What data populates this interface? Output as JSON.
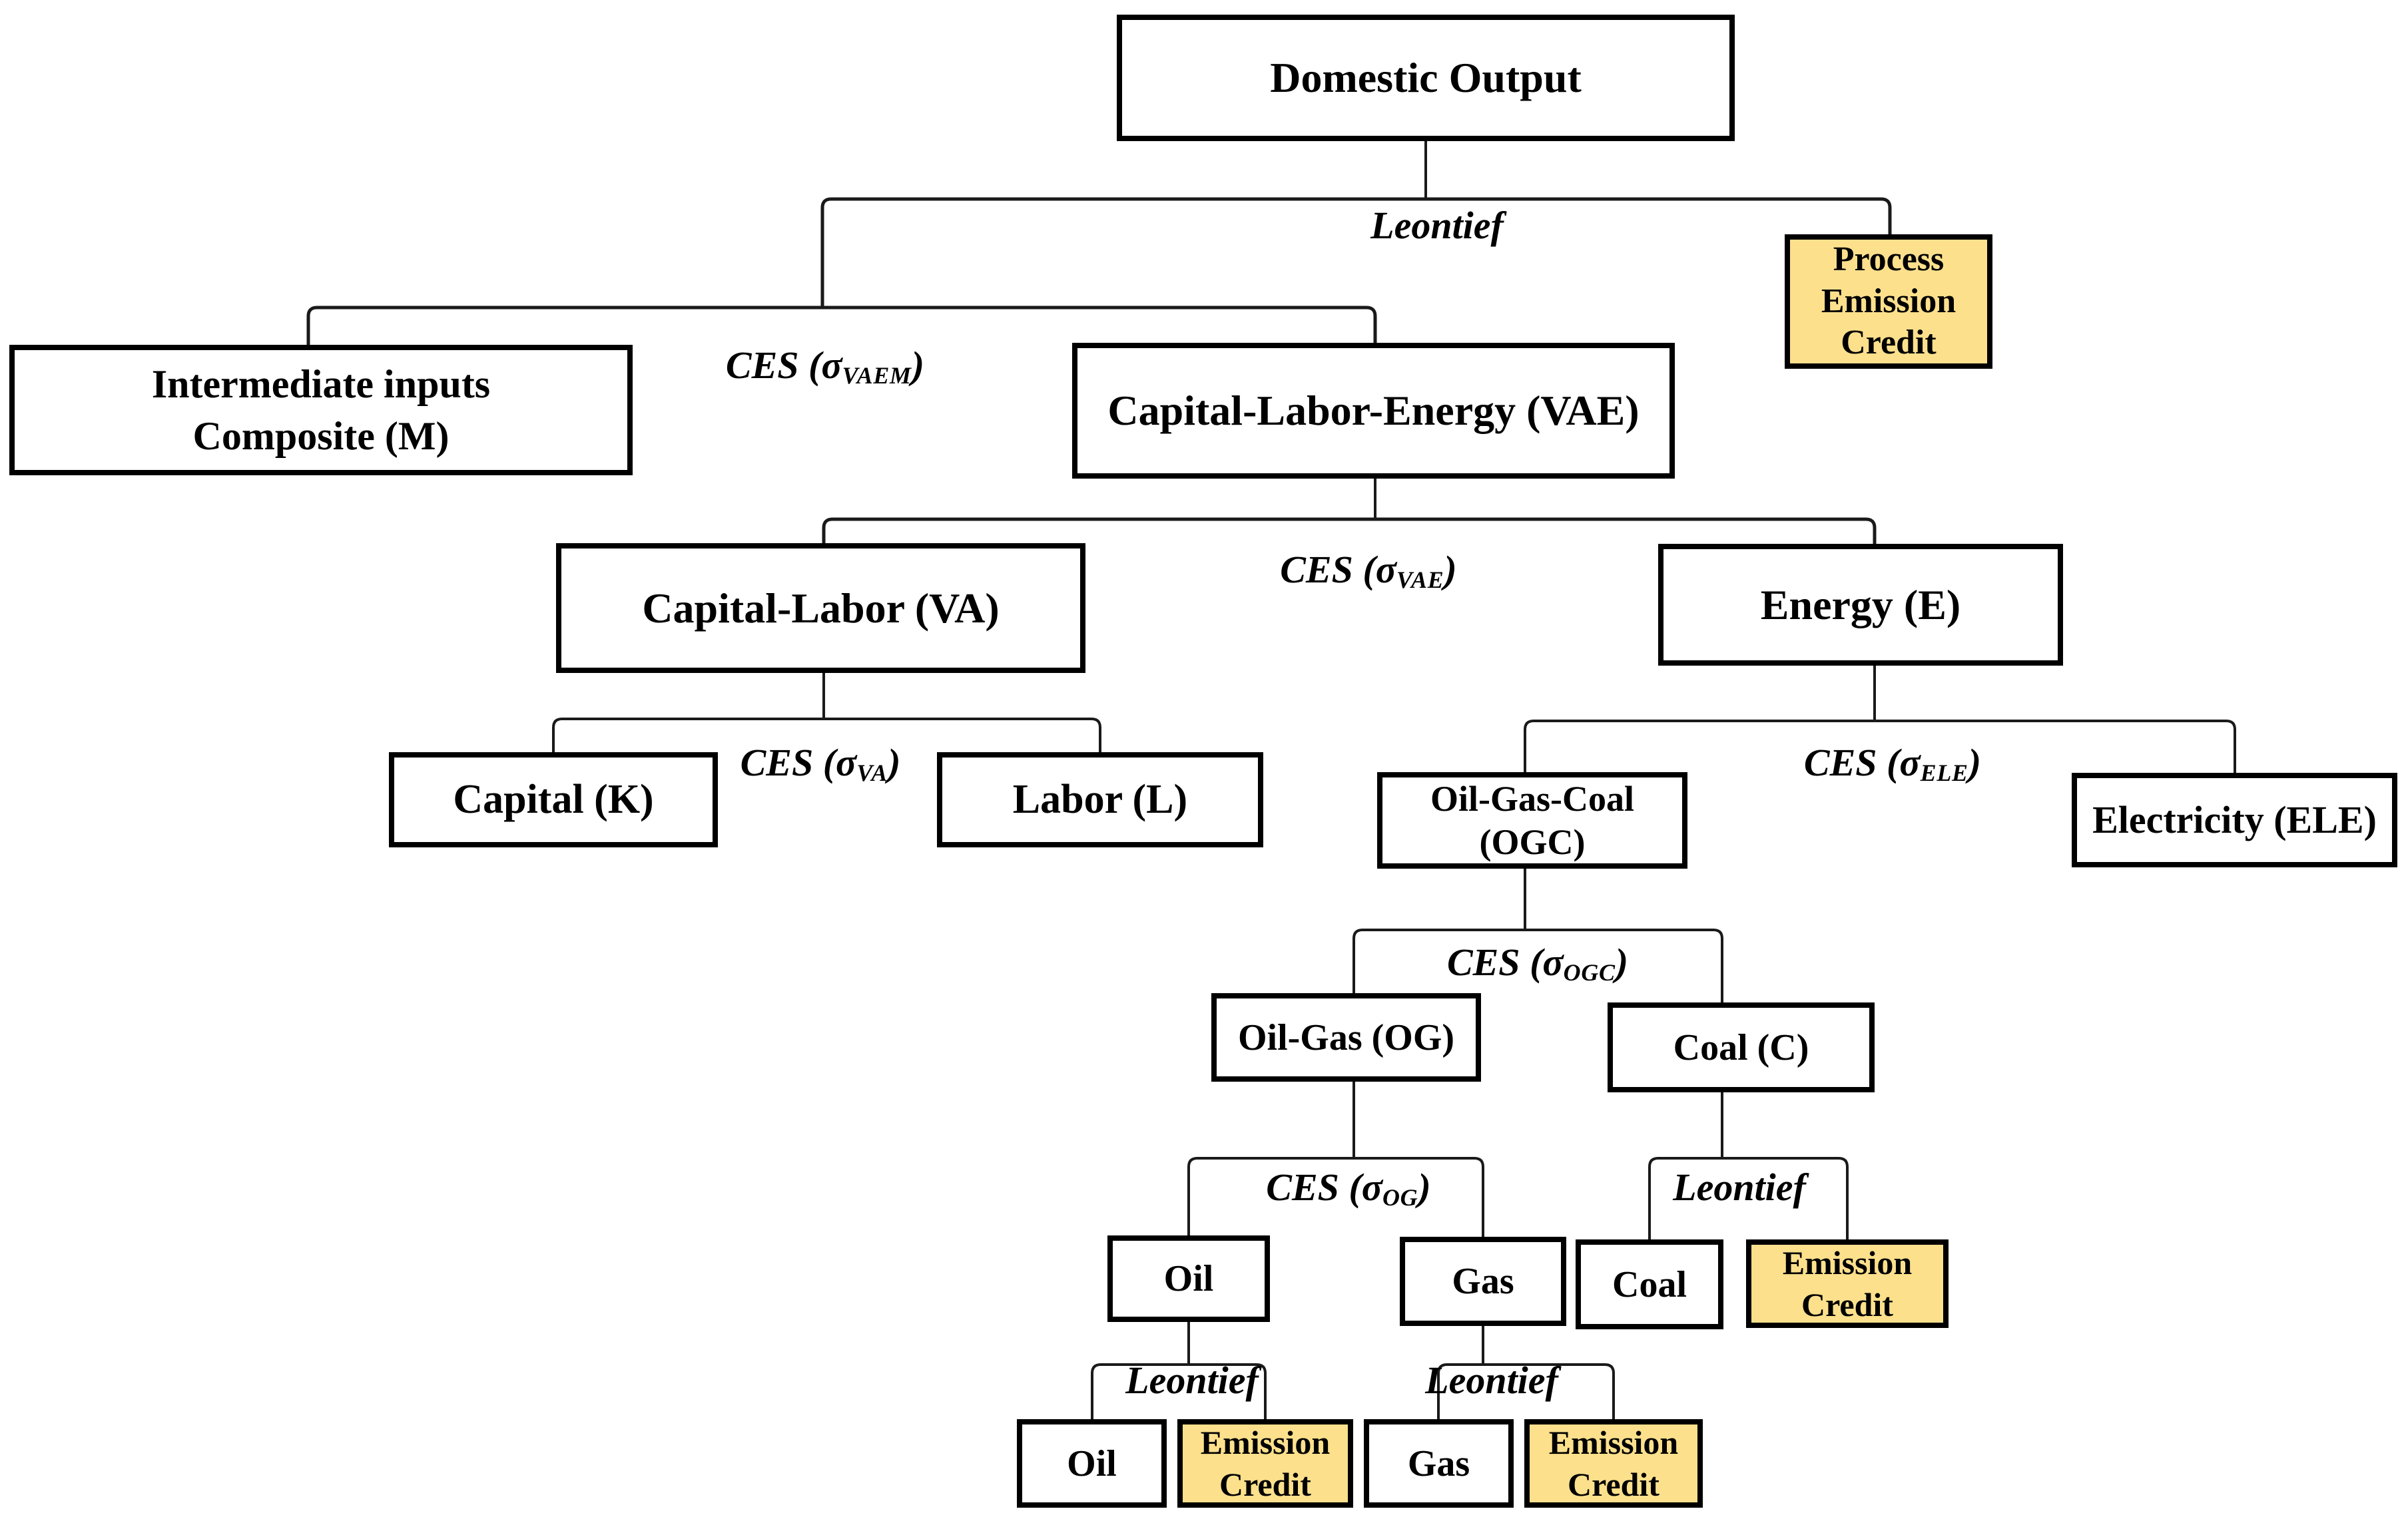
{
  "diagram": {
    "colors": {
      "credit_fill": "#FCE08C",
      "box_border": "#000000",
      "line": "#1a1a1a"
    },
    "nodes": {
      "domestic_output": "Domestic Output",
      "process_emission_credit": "Process\nEmission\nCredit",
      "intermediate_inputs": "Intermediate inputs\nComposite (M)",
      "vae": "Capital-Labor-Energy (VAE)",
      "va": "Capital-Labor (VA)",
      "energy": "Energy (E)",
      "capital": "Capital (K)",
      "labor": "Labor (L)",
      "ogc": "Oil-Gas-Coal\n(OGC)",
      "electricity": "Electricity (ELE)",
      "og": "Oil-Gas (OG)",
      "coal_c": "Coal (C)",
      "oil_mid": "Oil",
      "gas_mid": "Gas",
      "coal_leaf": "Coal",
      "emission_credit_coal": "Emission\nCredit",
      "oil_leaf": "Oil",
      "emission_credit_oil": "Emission\nCredit",
      "gas_leaf": "Gas",
      "emission_credit_gas": "Emission\nCredit"
    },
    "labels": {
      "leontief_top": "Leontief",
      "leontief_coal": "Leontief",
      "leontief_oil": "Leontief",
      "leontief_gas": "Leontief",
      "ces_vaem": {
        "pre": "CES (σ",
        "sub": "VAEM",
        "post": ")"
      },
      "ces_vae": {
        "pre": "CES (σ",
        "sub": "VAE",
        "post": ")"
      },
      "ces_va": {
        "pre": "CES (σ",
        "sub": "VA",
        "post": ")"
      },
      "ces_ele": {
        "pre": "CES (σ",
        "sub": "ELE",
        "post": ")"
      },
      "ces_ogc": {
        "pre": "CES (σ",
        "sub": "OGC",
        "post": ")"
      },
      "ces_og": {
        "pre": "CES (σ",
        "sub": "OG",
        "post": ")"
      }
    }
  }
}
